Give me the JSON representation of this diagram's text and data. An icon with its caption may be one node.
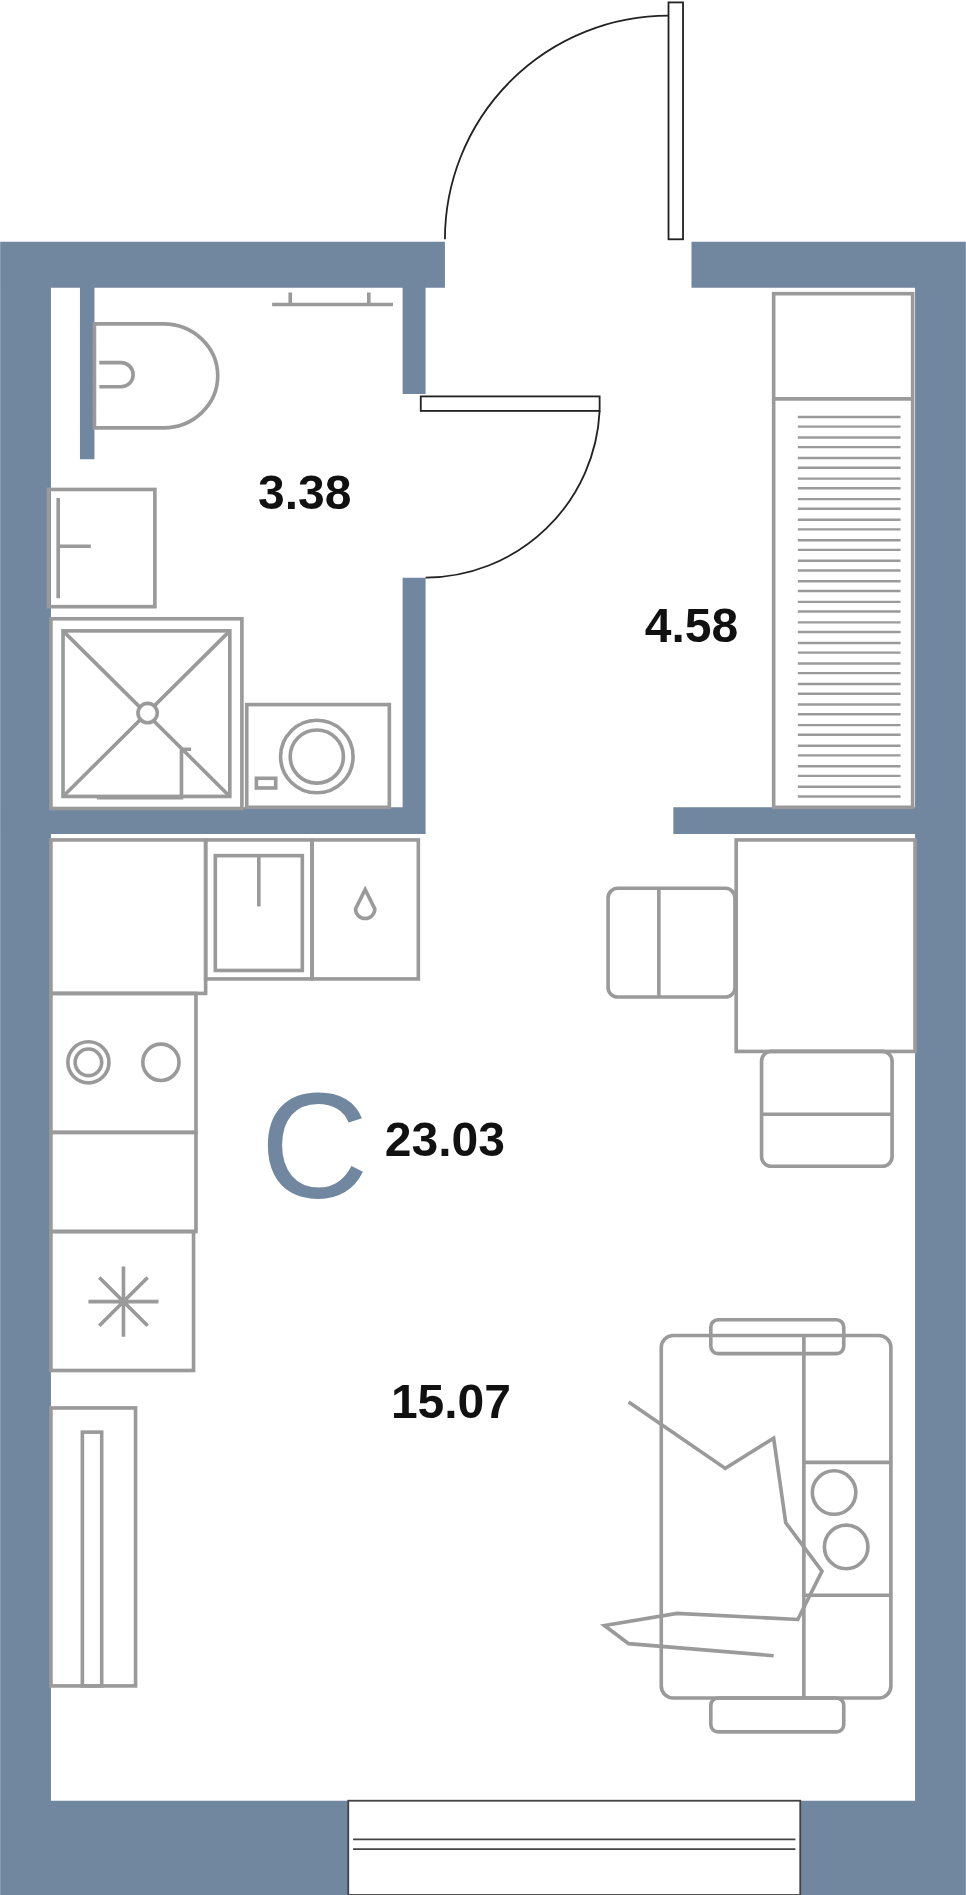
{
  "diagram": {
    "labels": [
      "3.38",
      "4.58",
      "С",
      "23.03",
      "15.07"
    ]
  }
}
